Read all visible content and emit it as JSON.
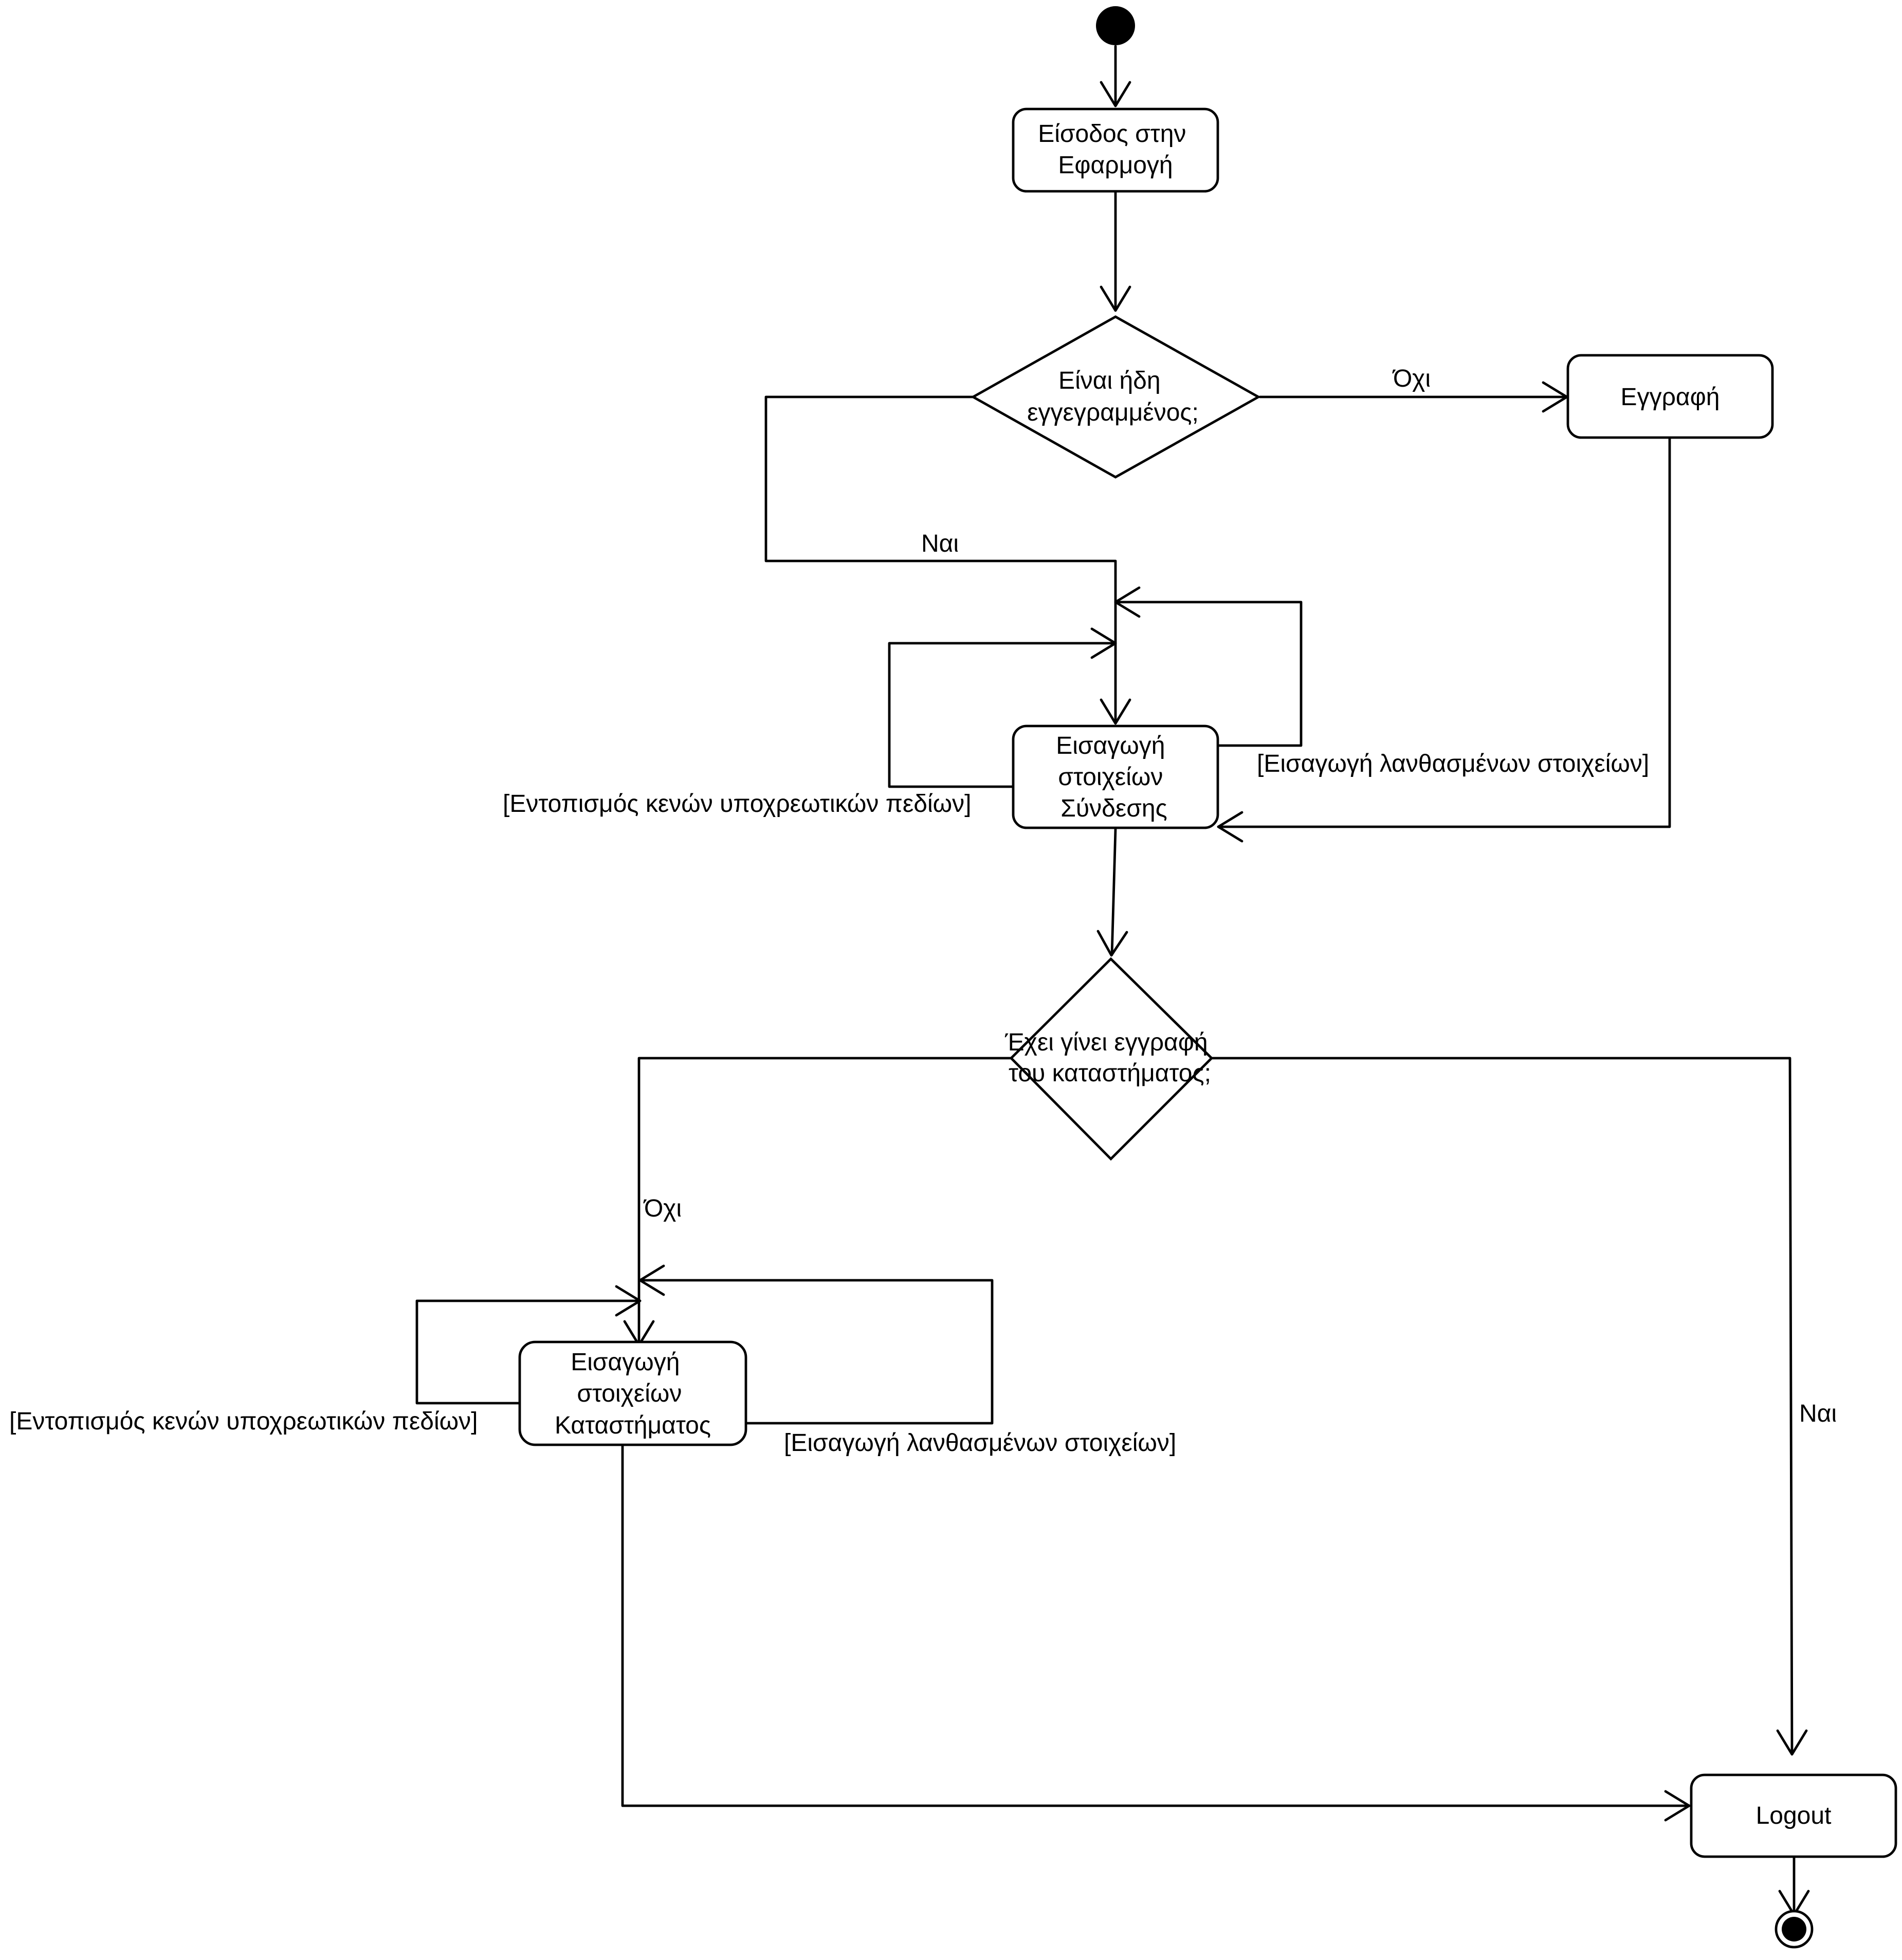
{
  "diagram": {
    "nodes": {
      "start": "",
      "entry": [
        "Είσοδος στην",
        "Εφαρμογή"
      ],
      "decision_registered": [
        "Είναι ήδη",
        "εγγεγραμμένος;"
      ],
      "register": [
        "Εγγραφή"
      ],
      "login_input": [
        "Εισαγωγή",
        "στοιχείων",
        "Σύνδεσης"
      ],
      "decision_store": [
        "Έχει γίνει εγγραφή",
        "του καταστήματος;"
      ],
      "store_input": [
        "Εισαγωγή",
        "στοιχείων",
        "Καταστήματος"
      ],
      "logout": [
        "Logout"
      ],
      "end": ""
    },
    "labels": {
      "no_register": "Όχι",
      "yes_login": "Ναι",
      "login_wrong": "[Εισαγωγή λανθασμένων στοιχείων]",
      "login_empty": "[Εντοπισμός κενών υποχρεωτικών πεδίων]",
      "no_store": "Όχι",
      "yes_logout": "Ναι",
      "store_wrong": "[Εισαγωγή λανθασμένων στοιχείων]",
      "store_empty": "[Εντοπισμός κενών υποχρεωτικών πεδίων]"
    }
  }
}
